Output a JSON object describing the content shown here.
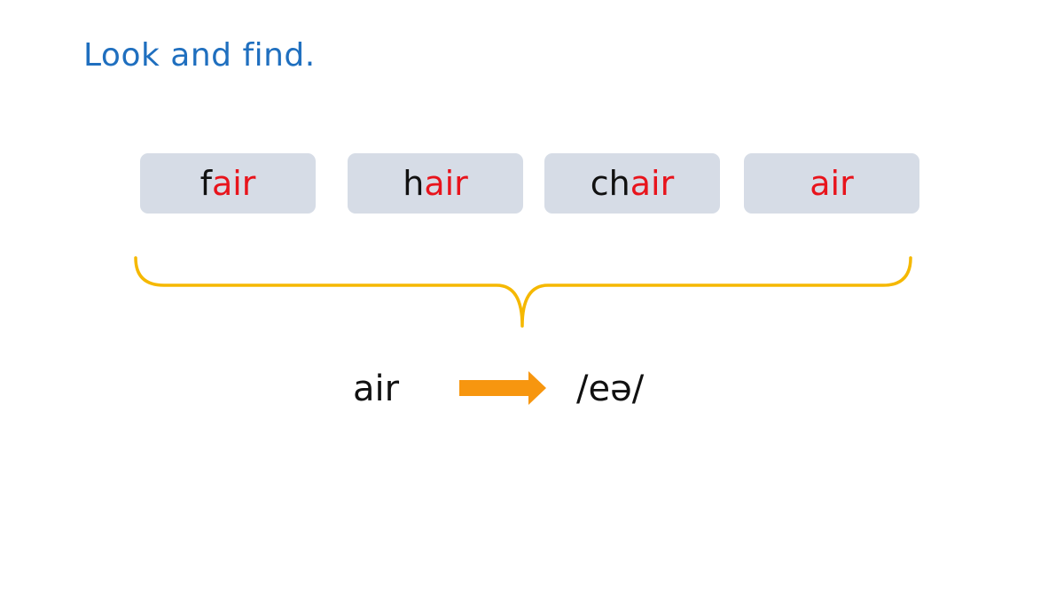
{
  "slide": {
    "title": "Look and find."
  },
  "words": [
    {
      "prefix": "f",
      "highlight": "air"
    },
    {
      "prefix": "h",
      "highlight": "air"
    },
    {
      "prefix": "ch",
      "highlight": "air"
    },
    {
      "prefix": "",
      "highlight": "air"
    }
  ],
  "rule": {
    "spelling": "air",
    "sound": "/eə/",
    "arrow_icon": "right-arrow-icon"
  },
  "colors": {
    "title": "#1f6fbf",
    "highlight": "#e8141c",
    "box": "#d6dce6",
    "brace": "#f5b800",
    "arrow": "#f7960f"
  }
}
